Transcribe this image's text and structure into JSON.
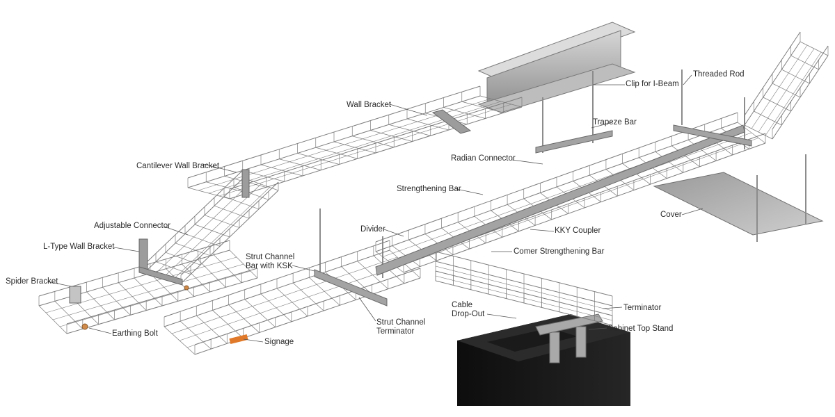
{
  "labels": {
    "clip_ibeam": "Clip for I-Beam",
    "threaded_rod": "Threaded Rod",
    "wall_bracket": "Wall Bracket",
    "trapeze_bar": "Trapeze Bar",
    "radian_connector": "Radian Connector",
    "cantilever_wall_bracket": "Cantilever Wall Bracket",
    "strengthening_bar": "Strengthening Bar",
    "cover": "Cover",
    "adjustable_connector": "Adjustable Connector",
    "divider": "Divider",
    "kky_coupler": "KKY Coupler",
    "l_type_wall_bracket": "L-Type Wall Bracket",
    "strut_channel_ksk": "Strut Channel\nBar with KSK",
    "corner_strengthening_bar": "Comer Strengthening Bar",
    "spider_bracket": "Spider Bracket",
    "cable_dropout": "Cable\nDrop-Out",
    "terminator": "Terminator",
    "strut_channel_terminator": "Strut Channel\nTerminator",
    "cabinet_top_stand": "Cabinet Top Stand",
    "earthing_bolt": "Earthing Bolt",
    "signage": "Signage"
  },
  "colors": {
    "wire": "#7d7d7d",
    "steel": "#b9b9b9",
    "steel_dark": "#8a8a8a",
    "cabinet": "#141414",
    "signage": "#e07a2a",
    "leader": "#555555"
  }
}
